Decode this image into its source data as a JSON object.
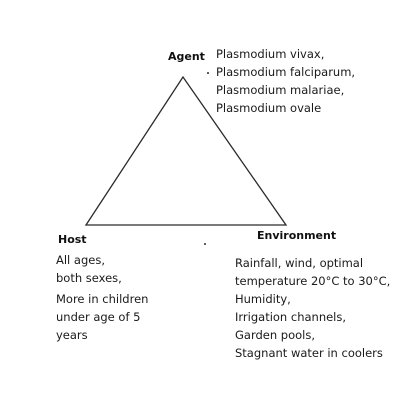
{
  "agent": {
    "label": "Agent",
    "lines": [
      "Plasmodium vivax,",
      "Plasmodium falciparum,",
      "Plasmodium malariae,",
      "Plasmodium ovale"
    ]
  },
  "host": {
    "label": "Host",
    "lines_a": [
      "All ages,",
      "both sexes,"
    ],
    "lines_b": [
      "More in children",
      "under age of 5",
      "years"
    ]
  },
  "environment": {
    "label": "Environment",
    "lines": [
      "Rainfall, wind, optimal",
      "temperature 20°C to 30°C,",
      "Humidity,",
      "Irrigation channels,",
      "Garden pools,",
      "Stagnant water in coolers"
    ]
  }
}
